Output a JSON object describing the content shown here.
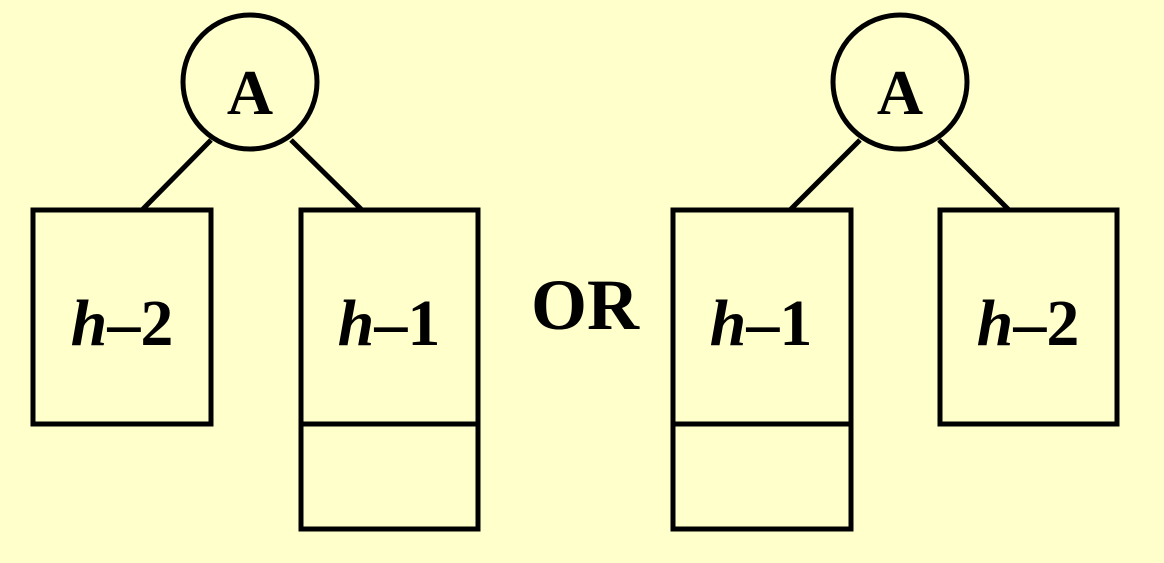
{
  "background_color": "#FFFFCC",
  "stroke_color": "#000000",
  "left_tree": {
    "root_label": "A",
    "left_subtree": {
      "var": "h",
      "suffix": "–2"
    },
    "right_subtree": {
      "var": "h",
      "suffix": "–1"
    }
  },
  "separator": "OR",
  "right_tree": {
    "root_label": "A",
    "left_subtree": {
      "var": "h",
      "suffix": "–1"
    },
    "right_subtree": {
      "var": "h",
      "suffix": "–2"
    }
  }
}
